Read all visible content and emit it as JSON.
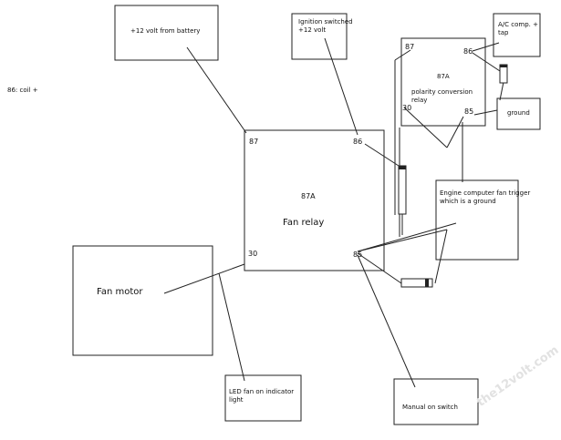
{
  "note_coil": "86: coil +",
  "battery_box": "+12 volt from battery",
  "ignition_box": "Ignition switched\n+12 volt",
  "ac_box": "A/C comp. +\ntap",
  "ground_box": "ground",
  "fan_motor_box": "Fan motor",
  "led_box": "LED fan on indicator\nlight",
  "manual_box": "Manual on switch",
  "trigger_box": "Engine computer fan trigger\nwhich is a ground",
  "fan_relay": {
    "pin_87": "87",
    "pin_86": "86",
    "pin_87a": "87A",
    "title": "Fan relay",
    "pin_30": "30",
    "pin_85": "85"
  },
  "polarity_relay": {
    "pin_87": "87",
    "pin_86": "86",
    "pin_87a": "87A",
    "title": "polarity conversion\nrelay",
    "pin_30": "30",
    "pin_85": "85"
  },
  "watermark": "the12volt.com",
  "colors": {
    "line": "#222222",
    "watermark": "#dddddd"
  }
}
